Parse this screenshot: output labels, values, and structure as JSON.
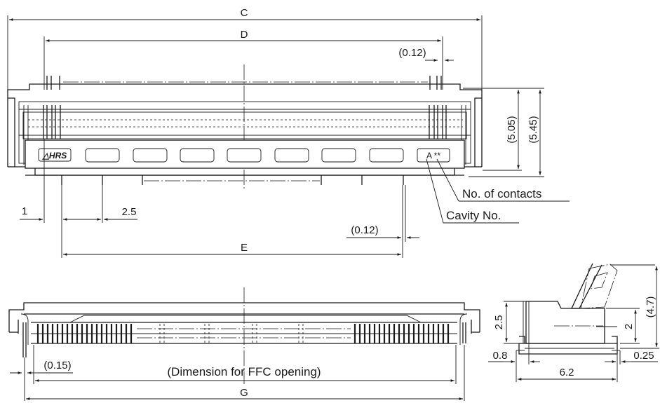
{
  "top_view": {
    "dim_c": "C",
    "dim_d": "D",
    "dim_e": "E",
    "dim_012_top": "(0.12)",
    "dim_012_bottom": "(0.12)",
    "dim_1": "1",
    "dim_25": "2.5",
    "dim_505": "(5.05)",
    "dim_545": "(5.45)",
    "marking_logo": "△HRS",
    "marking_code": "A **",
    "callout_contacts": "No. of contacts",
    "callout_cavity": "Cavity No."
  },
  "front_view": {
    "dim_015": "(0.15)",
    "ffc_note": "(Dimension for FFC opening)",
    "dim_g": "G"
  },
  "side_view": {
    "dim_25": "2.5",
    "dim_2": "2",
    "dim_47": "(4.7)",
    "dim_08": "0.8",
    "dim_025": "0.25",
    "dim_62": "6.2"
  }
}
